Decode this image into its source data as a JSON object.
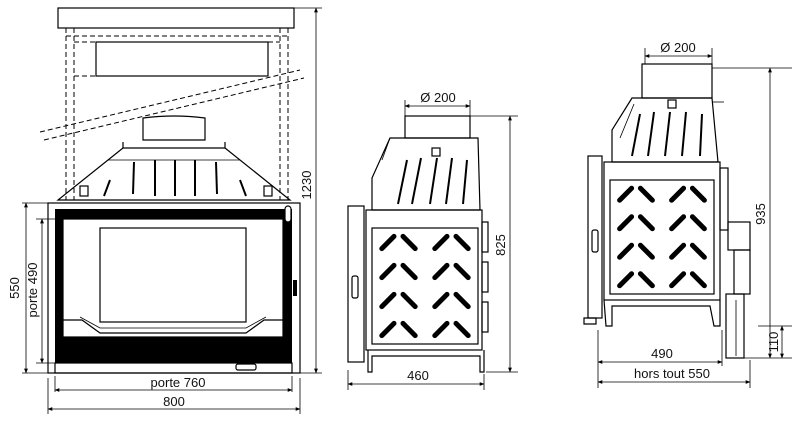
{
  "front_view": {
    "width_label": "800",
    "door_width_label": "porte 760",
    "height_label": "550",
    "door_height_label": "porte 490",
    "total_height_label": "1230"
  },
  "side_view": {
    "flue_label": "Ø 200",
    "depth_label": "460",
    "height_label": "825"
  },
  "right_view": {
    "flue_label": "Ø 200",
    "depth_label": "490",
    "overall_label": "hors tout 550",
    "height_label": "935",
    "foot_label": "110"
  }
}
